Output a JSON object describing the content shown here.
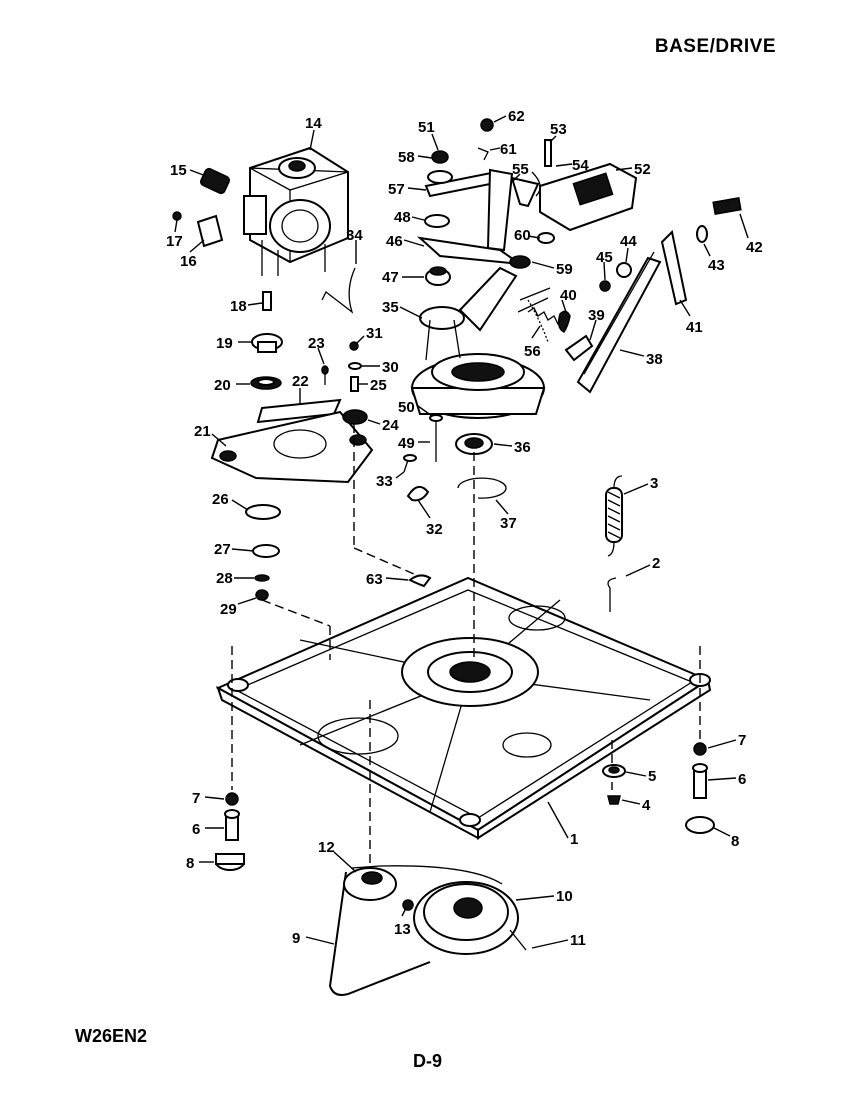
{
  "header": {
    "section_title": "BASE/DRIVE"
  },
  "footer": {
    "model_number": "W26EN2",
    "page_code": "D-9"
  },
  "callouts": [
    {
      "id": "c1",
      "label": "1"
    },
    {
      "id": "c2",
      "label": "2"
    },
    {
      "id": "c3",
      "label": "3"
    },
    {
      "id": "c4",
      "label": "4"
    },
    {
      "id": "c5",
      "label": "5"
    },
    {
      "id": "c6a",
      "label": "6"
    },
    {
      "id": "c6b",
      "label": "6"
    },
    {
      "id": "c7a",
      "label": "7"
    },
    {
      "id": "c7b",
      "label": "7"
    },
    {
      "id": "c8a",
      "label": "8"
    },
    {
      "id": "c8b",
      "label": "8"
    },
    {
      "id": "c9",
      "label": "9"
    },
    {
      "id": "c10",
      "label": "10"
    },
    {
      "id": "c11",
      "label": "11"
    },
    {
      "id": "c12",
      "label": "12"
    },
    {
      "id": "c13",
      "label": "13"
    },
    {
      "id": "c14",
      "label": "14"
    },
    {
      "id": "c15",
      "label": "15"
    },
    {
      "id": "c16",
      "label": "16"
    },
    {
      "id": "c17",
      "label": "17"
    },
    {
      "id": "c18",
      "label": "18"
    },
    {
      "id": "c19",
      "label": "19"
    },
    {
      "id": "c20",
      "label": "20"
    },
    {
      "id": "c21",
      "label": "21"
    },
    {
      "id": "c22",
      "label": "22"
    },
    {
      "id": "c23",
      "label": "23"
    },
    {
      "id": "c24",
      "label": "24"
    },
    {
      "id": "c25",
      "label": "25"
    },
    {
      "id": "c26",
      "label": "26"
    },
    {
      "id": "c27",
      "label": "27"
    },
    {
      "id": "c28",
      "label": "28"
    },
    {
      "id": "c29",
      "label": "29"
    },
    {
      "id": "c30",
      "label": "30"
    },
    {
      "id": "c31",
      "label": "31"
    },
    {
      "id": "c32",
      "label": "32"
    },
    {
      "id": "c33",
      "label": "33"
    },
    {
      "id": "c34",
      "label": "34"
    },
    {
      "id": "c35",
      "label": "35"
    },
    {
      "id": "c36",
      "label": "36"
    },
    {
      "id": "c37",
      "label": "37"
    },
    {
      "id": "c38",
      "label": "38"
    },
    {
      "id": "c39",
      "label": "39"
    },
    {
      "id": "c40",
      "label": "40"
    },
    {
      "id": "c41",
      "label": "41"
    },
    {
      "id": "c42",
      "label": "42"
    },
    {
      "id": "c43",
      "label": "43"
    },
    {
      "id": "c44",
      "label": "44"
    },
    {
      "id": "c45",
      "label": "45"
    },
    {
      "id": "c46",
      "label": "46"
    },
    {
      "id": "c47",
      "label": "47"
    },
    {
      "id": "c48",
      "label": "48"
    },
    {
      "id": "c49",
      "label": "49"
    },
    {
      "id": "c50",
      "label": "50"
    },
    {
      "id": "c51",
      "label": "51"
    },
    {
      "id": "c52",
      "label": "52"
    },
    {
      "id": "c53",
      "label": "53"
    },
    {
      "id": "c54",
      "label": "54"
    },
    {
      "id": "c55",
      "label": "55"
    },
    {
      "id": "c56",
      "label": "56"
    },
    {
      "id": "c57",
      "label": "57"
    },
    {
      "id": "c58",
      "label": "58"
    },
    {
      "id": "c59",
      "label": "59"
    },
    {
      "id": "c60",
      "label": "60"
    },
    {
      "id": "c61",
      "label": "61"
    },
    {
      "id": "c62",
      "label": "62"
    },
    {
      "id": "c63",
      "label": "63"
    }
  ]
}
